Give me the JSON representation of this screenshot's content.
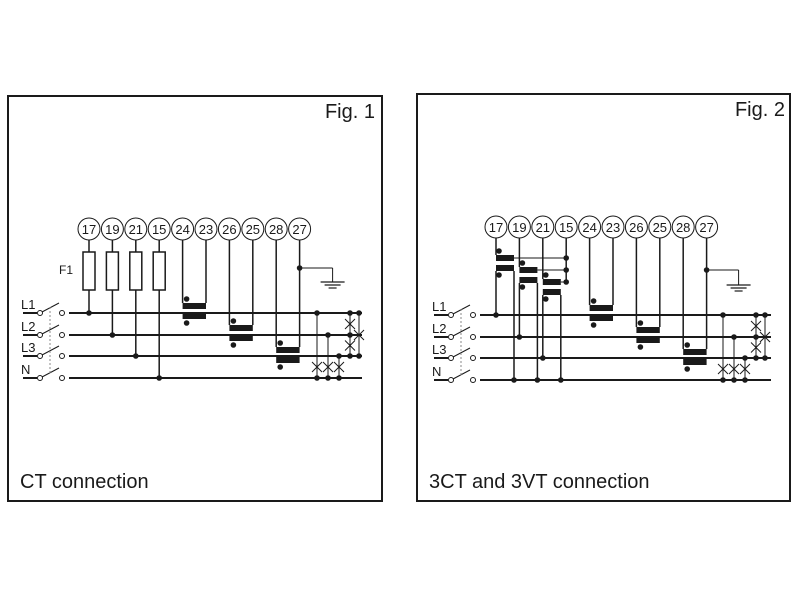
{
  "figures": [
    {
      "id": "fig1",
      "label": "Fig. 1",
      "caption": "CT connection",
      "terminals": [
        "17",
        "19",
        "21",
        "15",
        "24",
        "23",
        "26",
        "25",
        "28",
        "27"
      ],
      "fuse_label": "F1",
      "lines": [
        "L1",
        "L2",
        "L3",
        "N"
      ],
      "voltage_inputs": "fuses"
    },
    {
      "id": "fig2",
      "label": "Fig. 2",
      "caption": "3CT and 3VT connection",
      "terminals": [
        "17",
        "19",
        "21",
        "15",
        "24",
        "23",
        "26",
        "25",
        "28",
        "27"
      ],
      "lines": [
        "L1",
        "L2",
        "L3",
        "N"
      ],
      "voltage_inputs": "voltage-transformers"
    }
  ],
  "colors": {
    "ink": "#1a1a1a",
    "background": "#ffffff"
  }
}
